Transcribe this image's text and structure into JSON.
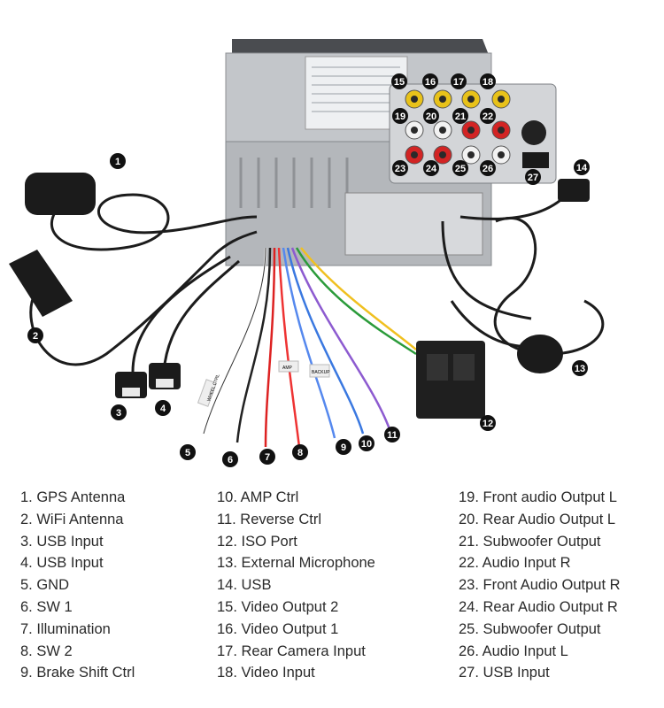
{
  "callouts": [
    {
      "n": "1"
    },
    {
      "n": "2"
    },
    {
      "n": "3"
    },
    {
      "n": "4"
    },
    {
      "n": "5"
    },
    {
      "n": "6"
    },
    {
      "n": "7"
    },
    {
      "n": "8"
    },
    {
      "n": "9"
    },
    {
      "n": "10"
    },
    {
      "n": "11"
    },
    {
      "n": "12"
    },
    {
      "n": "13"
    },
    {
      "n": "14"
    },
    {
      "n": "15"
    },
    {
      "n": "16"
    },
    {
      "n": "17"
    },
    {
      "n": "18"
    },
    {
      "n": "19"
    },
    {
      "n": "20"
    },
    {
      "n": "21"
    },
    {
      "n": "22"
    },
    {
      "n": "23"
    },
    {
      "n": "24"
    },
    {
      "n": "25"
    },
    {
      "n": "26"
    },
    {
      "n": "27"
    }
  ],
  "legend": {
    "col1": [
      "1. GPS Antenna",
      "2. WiFi Antenna",
      "3. USB Input",
      "4. USB Input",
      "5. GND",
      "6. SW 1",
      "7. Illumination",
      "8. SW 2",
      "9. Brake Shift Ctrl"
    ],
    "col2": [
      "10. AMP Ctrl",
      "11. Reverse Ctrl",
      "12. ISO Port",
      "13. External Microphone",
      "14. USB",
      "15. Video Output 2",
      "16. Video Output 1",
      "17. Rear Camera Input",
      "18. Video Input"
    ],
    "col3": [
      "19. Front audio Output L",
      "20. Rear Audio Output L",
      "21. Subwoofer Output",
      "22. Audio Input R",
      "23. Front Audio Output R",
      "24. Rear Audio Output R",
      "25. Subwoofer Output",
      "26. Audio Input L",
      "27. USB Input"
    ]
  },
  "labels": {
    "wire_tags": [
      "WHEEL CTRL",
      "BACKUP",
      "AMP"
    ]
  },
  "colors": {
    "callout_bg": "#111111",
    "unit_body": "#b9bcc0",
    "rca_yellow": "#e8c21a",
    "rca_white": "#f2f2f2",
    "rca_red": "#d22424",
    "cable": "#1c1c1c"
  }
}
